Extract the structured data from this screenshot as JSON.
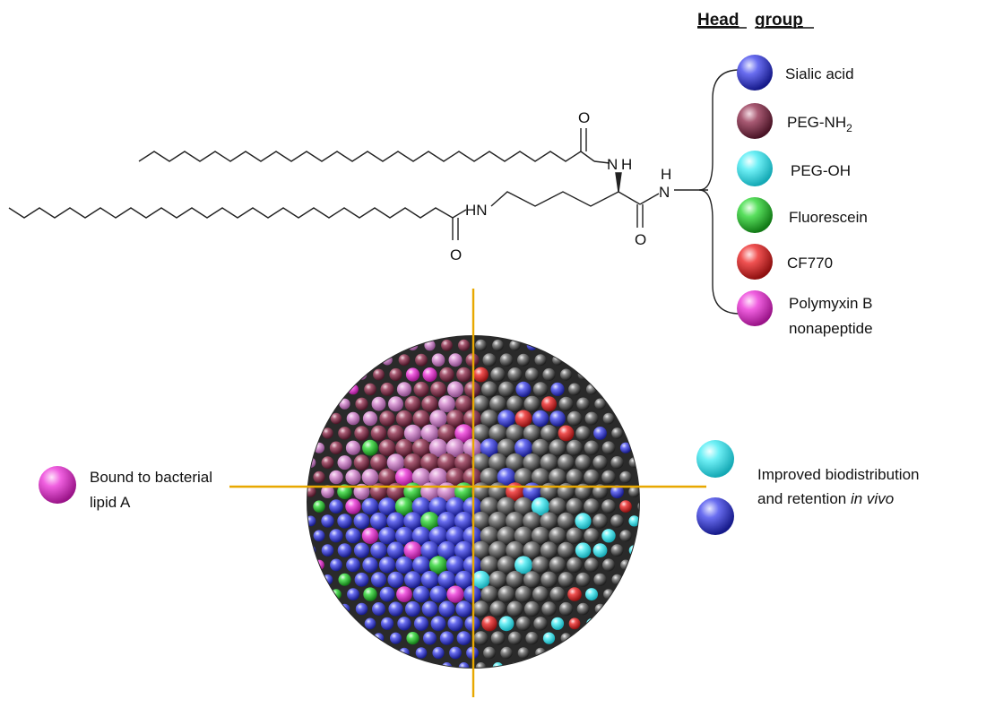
{
  "header": {
    "word1": "Head",
    "word2": "group"
  },
  "molecule": {
    "o_top": "O",
    "nh_top_n": "N",
    "nh_top_h": "H",
    "n_right": "N",
    "h_right": "H",
    "hn_left": "HN",
    "o_bottom_mid": "O",
    "o_bottom_left": "O"
  },
  "legend": [
    {
      "label": "Sialic acid",
      "color": "#2b2fd6"
    },
    {
      "label_main": "PEG-NH",
      "label_sub": "2",
      "color": "#8a3650"
    },
    {
      "label": "PEG-OH",
      "color": "#33e6f0"
    },
    {
      "label": "Fluorescein",
      "color": "#33d43a"
    },
    {
      "label": "CF770",
      "color": "#e03030"
    },
    {
      "label_line1": "Polymyxin B",
      "label_line2": "nonapeptide",
      "color": "#ee33d8"
    }
  ],
  "annotations": {
    "left_line1": "Bound to bacterial",
    "left_line2": "lipid A",
    "right_line1": "Improved biodistribution",
    "right_line2_plain": "and retention ",
    "right_line2_italic": "in vivo"
  },
  "colors": {
    "sialic": "#2b2fd6",
    "peg_nh2": "#8a3650",
    "peg_oh": "#33e6f0",
    "fluorescein": "#33d43a",
    "cf770": "#e03030",
    "polymyxin": "#ee33d8",
    "plain_lipid": "#555555",
    "axis": "#e8a800"
  }
}
